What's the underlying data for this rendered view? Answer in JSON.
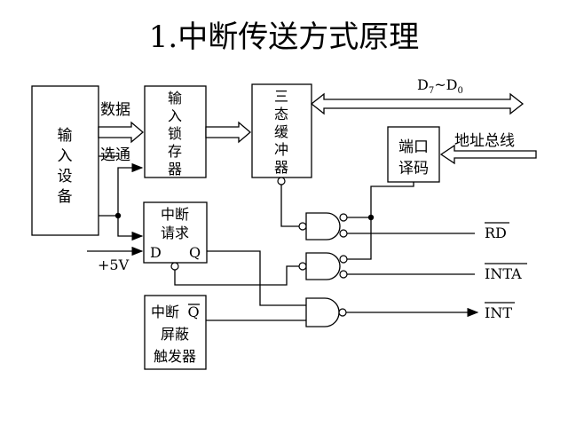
{
  "title": "1.中断传送方式原理",
  "blocks": {
    "input_device": [
      "输",
      "入",
      "设",
      "备"
    ],
    "input_latch": [
      "输",
      "入",
      "锁",
      "存",
      "器"
    ],
    "tristate_buffer": [
      "三",
      "态",
      "缓",
      "冲",
      "器"
    ],
    "port_decoder": [
      "端口",
      "译码"
    ],
    "int_request": {
      "line1": "中断",
      "line2": "请求",
      "d": "D",
      "q": "Q"
    },
    "mask_ff": {
      "line1": "中断",
      "q_bar": "Q",
      "line2": "屏蔽",
      "line3": "触发器"
    }
  },
  "labels": {
    "data": "数据",
    "strobe": "选通",
    "plus5v": "+5V",
    "address_bus": "地址总线",
    "data_bus": {
      "d7": "D",
      "d7_sub": "7",
      "tilde": "~",
      "d0": "D",
      "d0_sub": "0"
    }
  },
  "signals": {
    "rd": "RD",
    "inta": "INTA",
    "int": "INT"
  }
}
